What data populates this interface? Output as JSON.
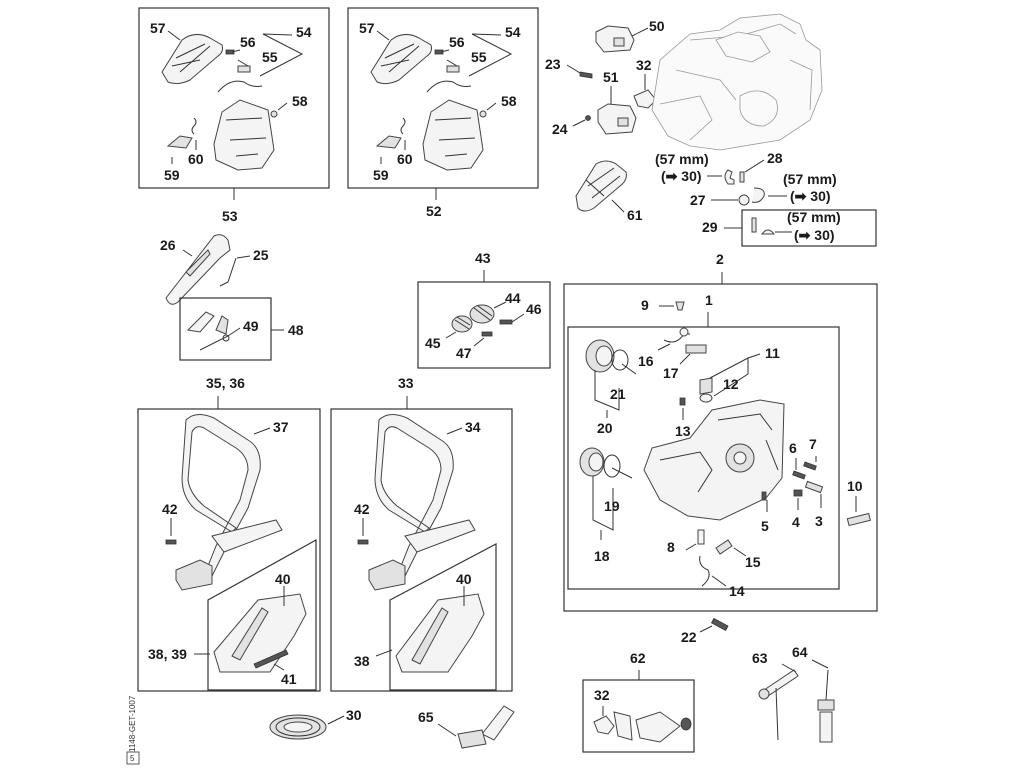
{
  "diagram": {
    "type": "exploded-parts-view",
    "callouts": {
      "c1": "1",
      "c2": "2",
      "c3": "3",
      "c4": "4",
      "c5": "5",
      "c6": "6",
      "c7": "7",
      "c8": "8",
      "c9": "9",
      "c10": "10",
      "c11": "11",
      "c12": "12",
      "c13": "13",
      "c14": "14",
      "c15": "15",
      "c16": "16",
      "c17": "17",
      "c18": "18",
      "c19": "19",
      "c20": "20",
      "c21": "21",
      "c22": "22",
      "c23": "23",
      "c24": "24",
      "c25": "25",
      "c26": "26",
      "c27": "27",
      "c28": "28",
      "c29": "29",
      "c30": "30",
      "c32a": "32",
      "c32b": "32",
      "c33": "33",
      "c34": "34",
      "c3536": "35, 36",
      "c37": "37",
      "c38": "38",
      "c3839": "38, 39",
      "c40a": "40",
      "c40b": "40",
      "c41": "41",
      "c42a": "42",
      "c42b": "42",
      "c43": "43",
      "c44": "44",
      "c45": "45",
      "c46": "46",
      "c47": "47",
      "c48": "48",
      "c49": "49",
      "c50": "50",
      "c51": "51",
      "c52": "52",
      "c53": "53",
      "c54a": "54",
      "c55a": "55",
      "c56a": "56",
      "c57a": "57",
      "c58a": "58",
      "c59a": "59",
      "c60a": "60",
      "c54b": "54",
      "c55b": "55",
      "c56b": "56",
      "c57b": "57",
      "c58b": "58",
      "c59b": "59",
      "c60b": "60",
      "c61": "61",
      "c62": "62",
      "c63": "63",
      "c64": "64",
      "c65": "65"
    },
    "hose_notes": {
      "n1_size": "(57 mm)",
      "n1_ref": "(➡ 30)",
      "n2_size": "(57 mm)",
      "n2_ref": "(➡ 30)",
      "n3_size": "(57 mm)",
      "n3_ref": "(➡ 30)"
    },
    "drawing_code": "1148-GET-1007",
    "drawing_code_badge": "5"
  }
}
